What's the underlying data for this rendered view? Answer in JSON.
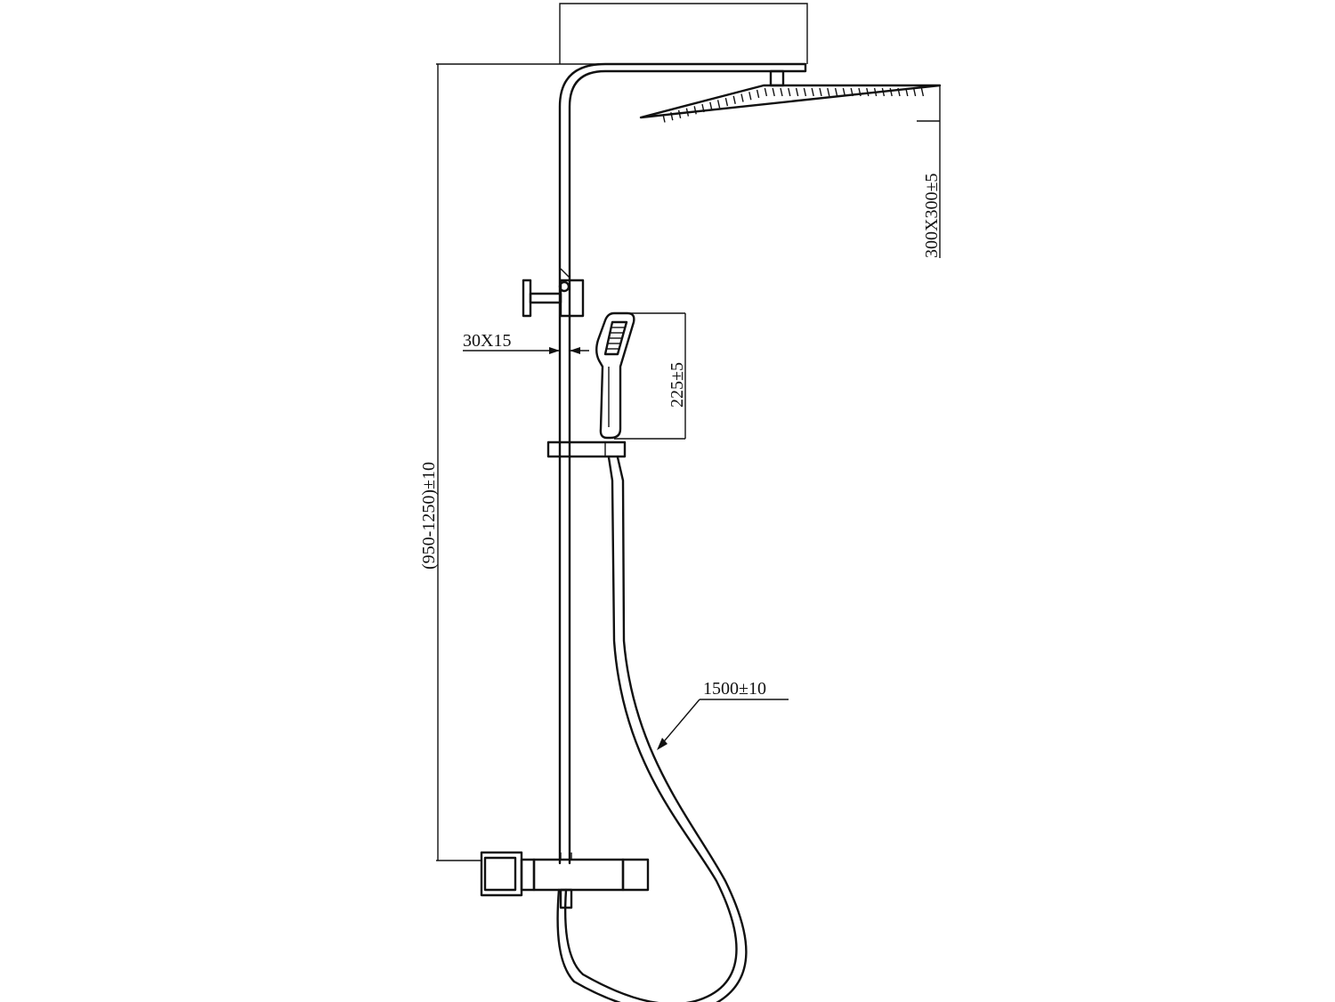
{
  "dimensions": {
    "head_size": "300X300±5",
    "slide_bar_section": "30X15",
    "hand_shower_length": "225±5",
    "adjustable_height": "(950-1250)±10",
    "hose_length": "1500±10"
  }
}
